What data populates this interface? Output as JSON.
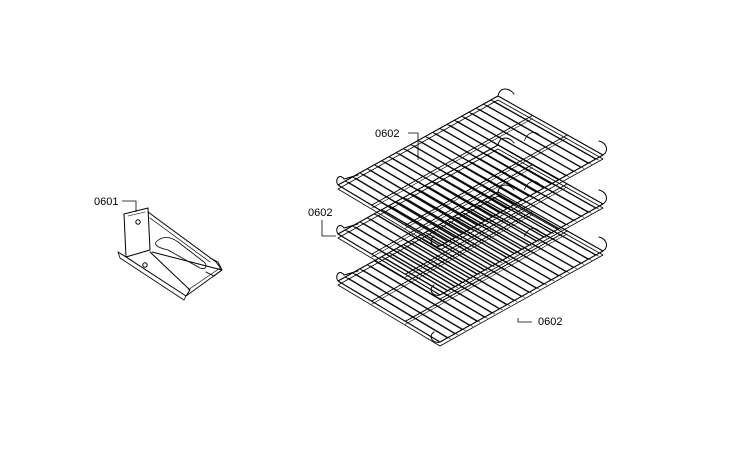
{
  "colors": {
    "ink": "#000000",
    "background": "#ffffff"
  },
  "callouts": [
    {
      "id": "bracket",
      "label": "0601"
    },
    {
      "id": "rack-top",
      "label": "0602"
    },
    {
      "id": "rack-mid",
      "label": "0602"
    },
    {
      "id": "rack-bottom",
      "label": "0602"
    }
  ]
}
